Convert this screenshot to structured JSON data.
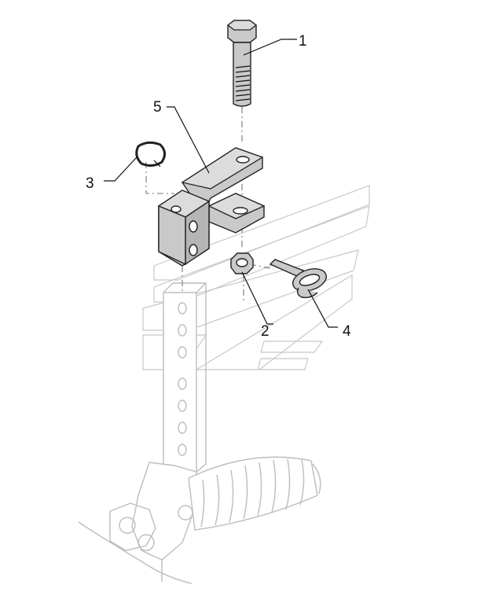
{
  "callouts": [
    {
      "id": "1",
      "text": "1"
    },
    {
      "id": "2",
      "text": "2"
    },
    {
      "id": "3",
      "text": "3"
    },
    {
      "id": "4",
      "text": "4"
    },
    {
      "id": "5",
      "text": "5"
    }
  ],
  "colors": {
    "part_fill": "#c9c9c9",
    "outline": "#222222",
    "ghost_outline": "#bdbdbd",
    "background": "#ffffff"
  }
}
